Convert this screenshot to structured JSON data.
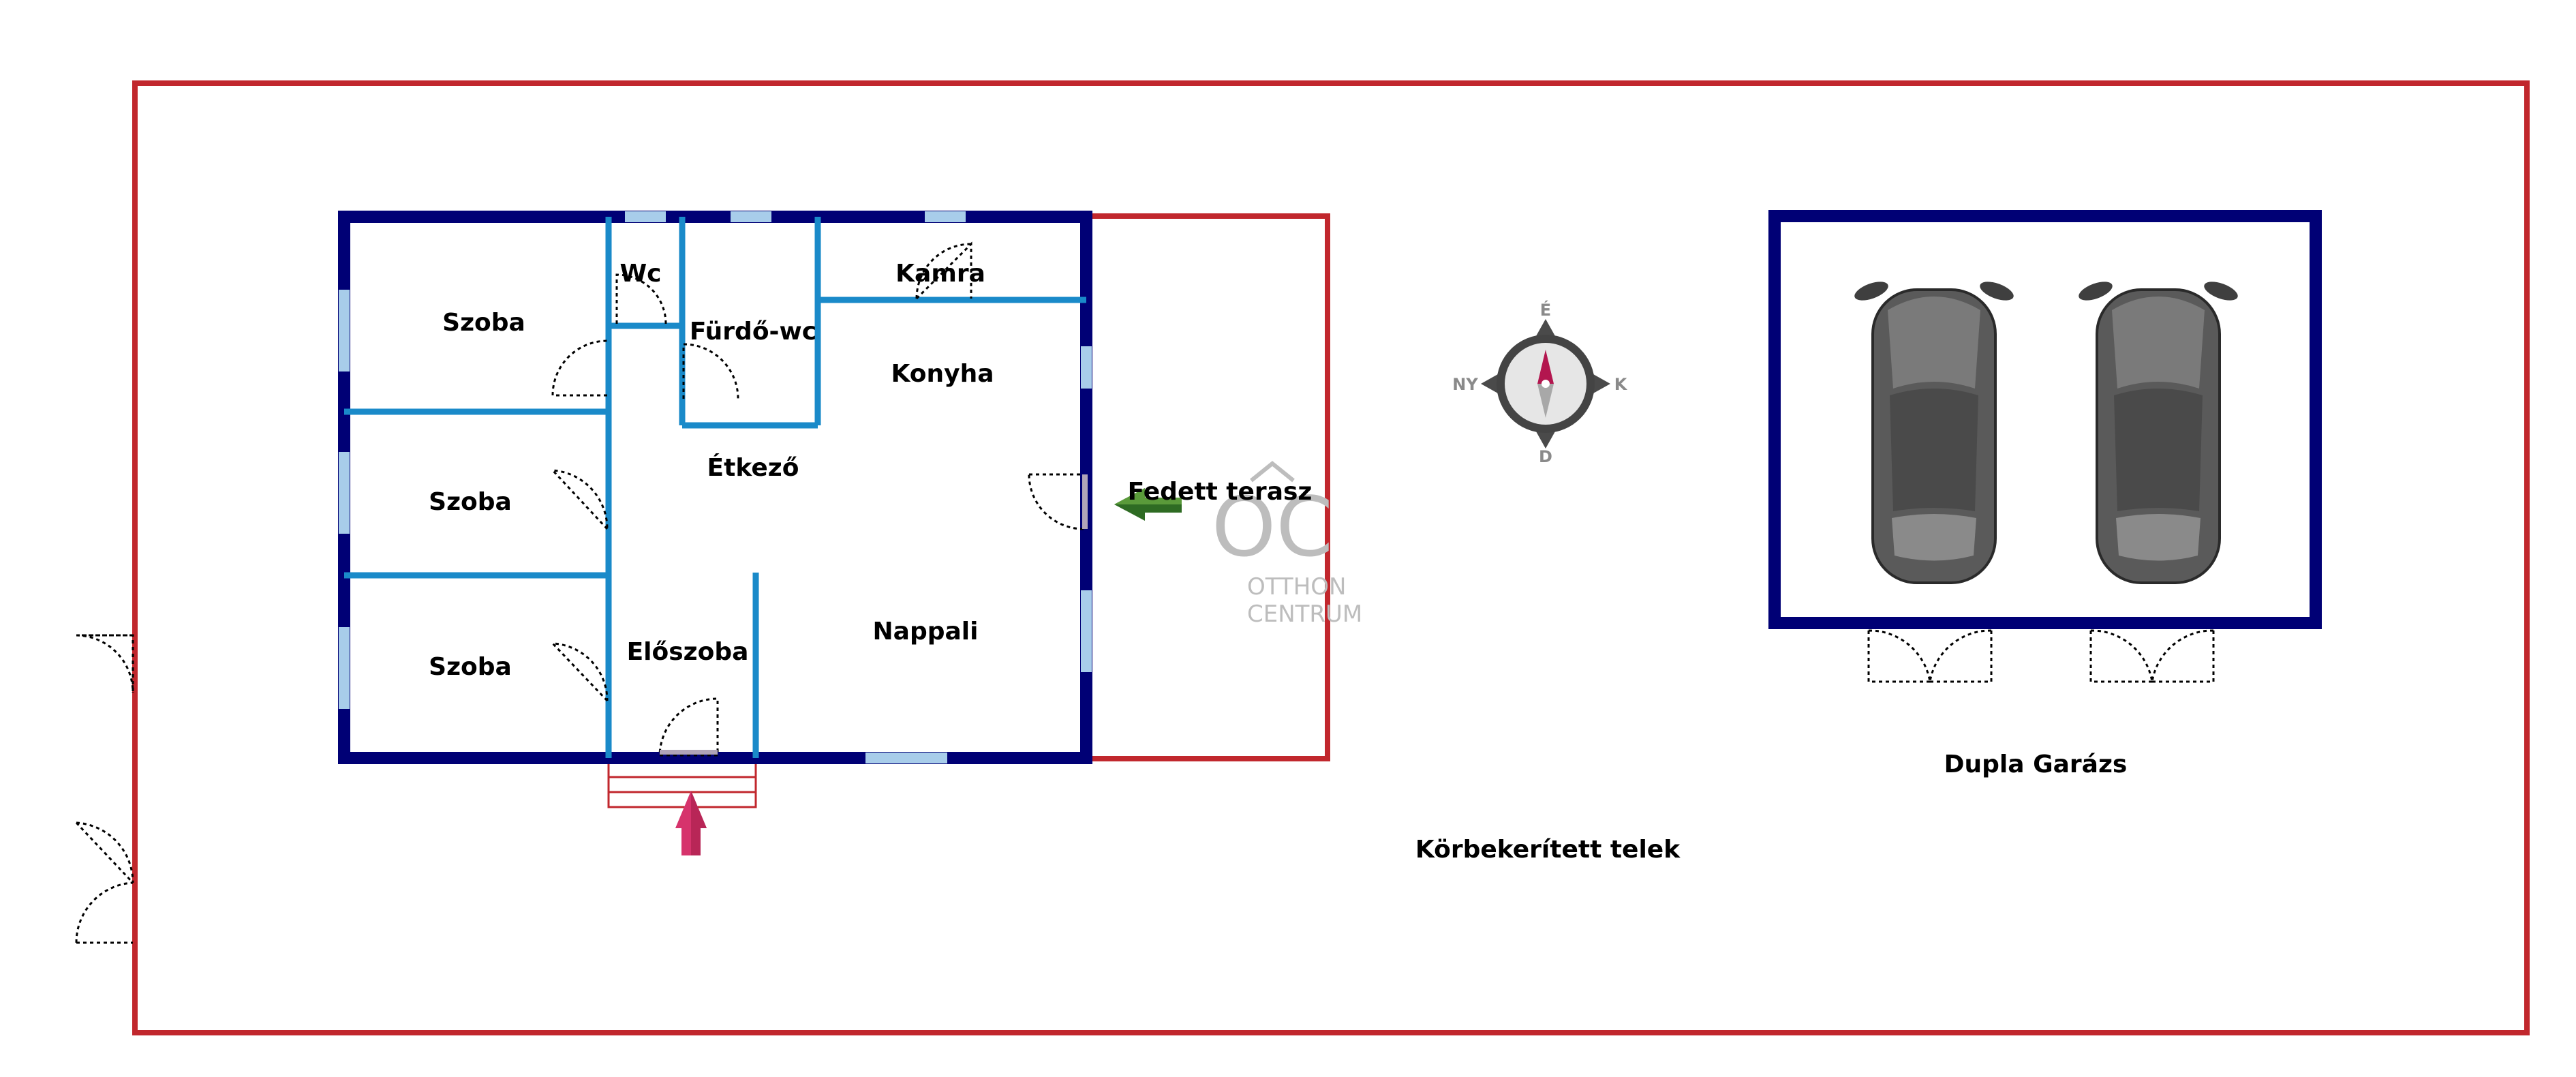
{
  "colors": {
    "plot_border": "#c1272d",
    "outer_wall": "#000075",
    "inner_wall": "#1a8ac9",
    "window": "#a8cdea",
    "entrance_arrow": "#d6336c",
    "terrace_arrow": "#2e6b23",
    "car_body": "#5a5a5a",
    "watermark": "#bdbdbd"
  },
  "rooms": {
    "szoba_1": "Szoba",
    "szoba_2": "Szoba",
    "szoba_3": "Szoba",
    "wc": "Wc",
    "furdo_wc": "Fürdő-wc",
    "kamra": "Kamra",
    "konyha": "Konyha",
    "etkezo": "Étkező",
    "eloszoba": "Előszoba",
    "nappali": "Nappali"
  },
  "terrace_label": "Fedett terasz",
  "garage_label": "Dupla Garázs",
  "plot_label": "Körbekerített telek",
  "compass": {
    "north": "É",
    "south": "D",
    "east": "K",
    "west": "NY"
  },
  "watermark": {
    "logo": "OC",
    "line1": "OTTHON",
    "line2": "CENTRUM"
  },
  "icons": {
    "compass": "compass-icon",
    "car": "car-icon",
    "entrance": "arrow-up-icon",
    "terrace": "arrow-left-icon"
  }
}
